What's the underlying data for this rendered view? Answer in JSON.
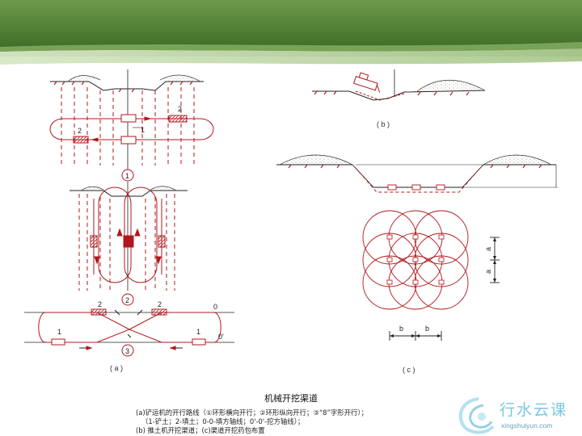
{
  "diagram": {
    "labels": {
      "a": "( a )",
      "b": "( b )",
      "c": "( c )",
      "circle_1": "1",
      "circle_2": "2",
      "circle_3": "3",
      "machine_1": "1",
      "machine_2": "2",
      "axis_0": "0",
      "axis_0p": "0'",
      "dim_a": "a",
      "dim_b": "b"
    }
  },
  "caption": {
    "title": "机械开挖渠道",
    "line1": "(a)铲运机的开行路线（①环形横向开行；②环形纵向开行；③“8”字形开行）；",
    "line2": "（1-铲土；2-填土；0-0-填方轴线；0'-0'-挖方轴线）；",
    "line3": "(b) 推土机开挖渠道；(c)渠道开挖药包布置"
  },
  "logo": {
    "name": "行水云课",
    "url": "xingshuiyun.com"
  },
  "colors": {
    "line": "#b0181c",
    "banner_dark": "#3d6a28",
    "banner_light": "#c4dcae",
    "logo": "#7cc6e0"
  }
}
